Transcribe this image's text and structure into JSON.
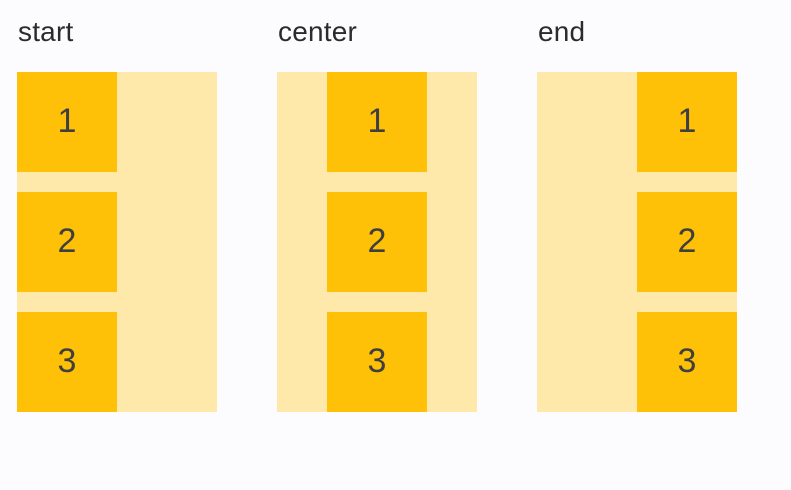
{
  "colors": {
    "bg": "#fcfcff",
    "container": "#ffe9aa",
    "box": "#ffc107",
    "text": "#2b2b2b",
    "digit": "#3f3f3f"
  },
  "groups": [
    {
      "label": "start",
      "alignment": "start",
      "items": [
        "1",
        "2",
        "3"
      ]
    },
    {
      "label": "center",
      "alignment": "center",
      "items": [
        "1",
        "2",
        "3"
      ]
    },
    {
      "label": "end",
      "alignment": "end",
      "items": [
        "1",
        "2",
        "3"
      ]
    }
  ]
}
